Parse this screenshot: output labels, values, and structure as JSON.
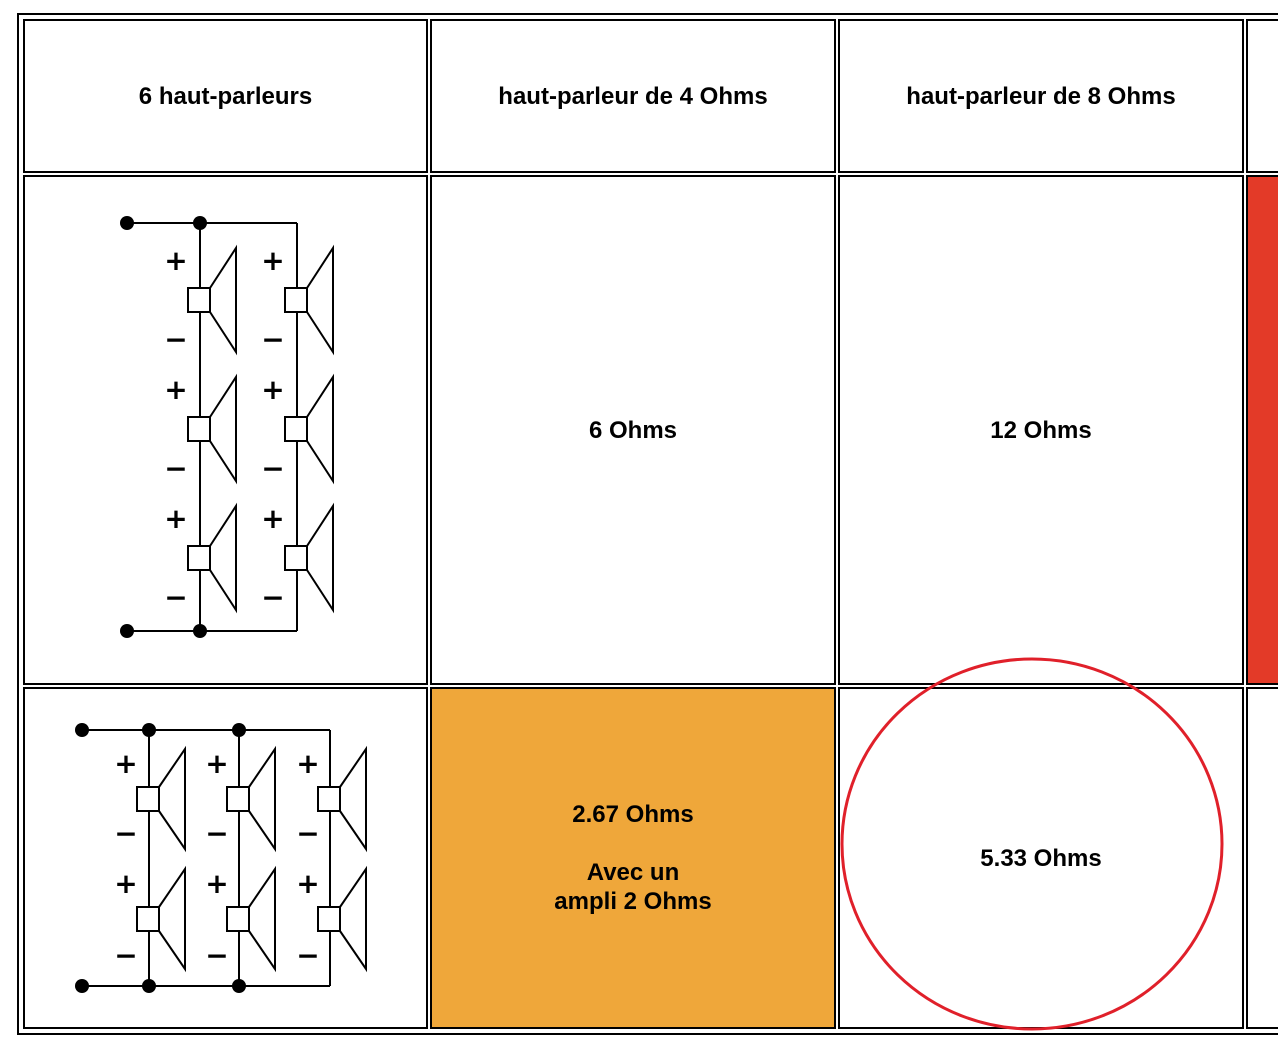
{
  "table": {
    "headers": [
      "6 haut-parleurs",
      "haut-parleur de 4 Ohms",
      "haut-parleur de 8 Ohms"
    ],
    "row1": {
      "col2": "6 Ohms",
      "col3": "12 Ohms"
    },
    "row2": {
      "col2_line1": "2.67 Ohms",
      "col2_line2": "Avec un",
      "col2_line3": "ampli 2 Ohms",
      "col3": "5.33 Ohms"
    }
  },
  "colors": {
    "highlight_orange": "#efa73a",
    "highlight_red": "#e33a28",
    "circle": "#e0202a"
  },
  "schematic_symbols": {
    "plus": "+",
    "minus": "−"
  }
}
